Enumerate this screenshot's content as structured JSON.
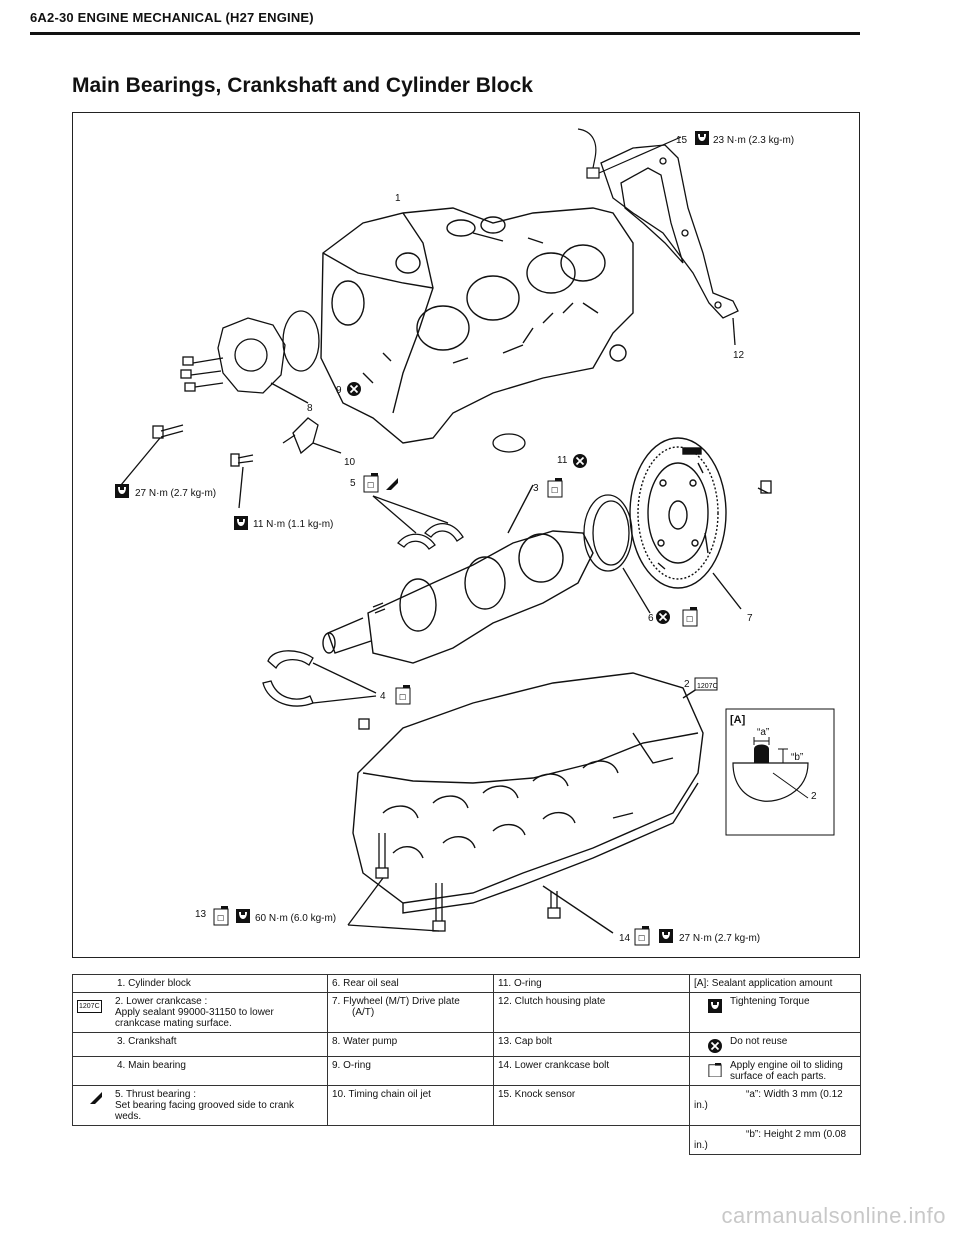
{
  "header": {
    "text": "6A2-30 ENGINE MECHANICAL (H27 ENGINE)"
  },
  "title": "Main Bearings, Crankshaft and Cylinder Block",
  "figure": {
    "callouts": {
      "c1": "1",
      "c2": "2",
      "c2b": "2",
      "c3": "3",
      "c4": "4",
      "c5": "5",
      "c6": "6",
      "c7": "7",
      "c8": "8",
      "c9": "9",
      "c10": "10",
      "c11": "11",
      "c12": "12",
      "c13": "13",
      "c14": "14",
      "c15": "15"
    },
    "torques": {
      "t15": "23 N·m (2.3 kg-m)",
      "tleft": "27 N·m (2.7 kg-m)",
      "t10": "11 N·m (1.1 kg-m)",
      "t13": "60 N·m (6.0 kg-m)",
      "t14": "27 N·m (2.7 kg-m)"
    },
    "sealant_code": "1207C",
    "detail": {
      "label": "[A]",
      "a": "“a”",
      "b": "“b”",
      "part": "2"
    }
  },
  "legend": {
    "rows": [
      [
        "1.  Cylinder block",
        "6.  Rear oil seal",
        "11.  O-ring",
        "[A]:  Sealant application amount"
      ],
      [
        "2.  Lower crankcase :",
        "7.  Flywheel (M/T) Drive plate",
        "12.  Clutch housing plate",
        "Tightening Torque"
      ],
      [
        "3.  Crankshaft",
        "8.  Water pump",
        "13.  Cap bolt",
        "Do not reuse"
      ],
      [
        "4.  Main bearing",
        "9.  O-ring",
        "14.  Lower crankcase bolt",
        "Apply engine oil to sliding"
      ],
      [
        "5.  Thrust bearing :",
        "10.  Timing chain oil jet",
        "15.  Knock sensor",
        "“a”:  Width 3 mm (0.12 in.)"
      ],
      [
        "",
        "",
        "",
        "“b”:  Height 2 mm (0.08 in.)"
      ]
    ],
    "sub": {
      "r2c1": "Apply sealant 99000-31150 to lower crankcase mating surface.",
      "r2c2": "(A/T)",
      "r4c4": "surface of each parts.",
      "r5c1": "Set bearing facing grooved side to crank weds."
    },
    "sealant_code": "1207C"
  },
  "footer": {
    "text": "carmanualsonline.info"
  }
}
